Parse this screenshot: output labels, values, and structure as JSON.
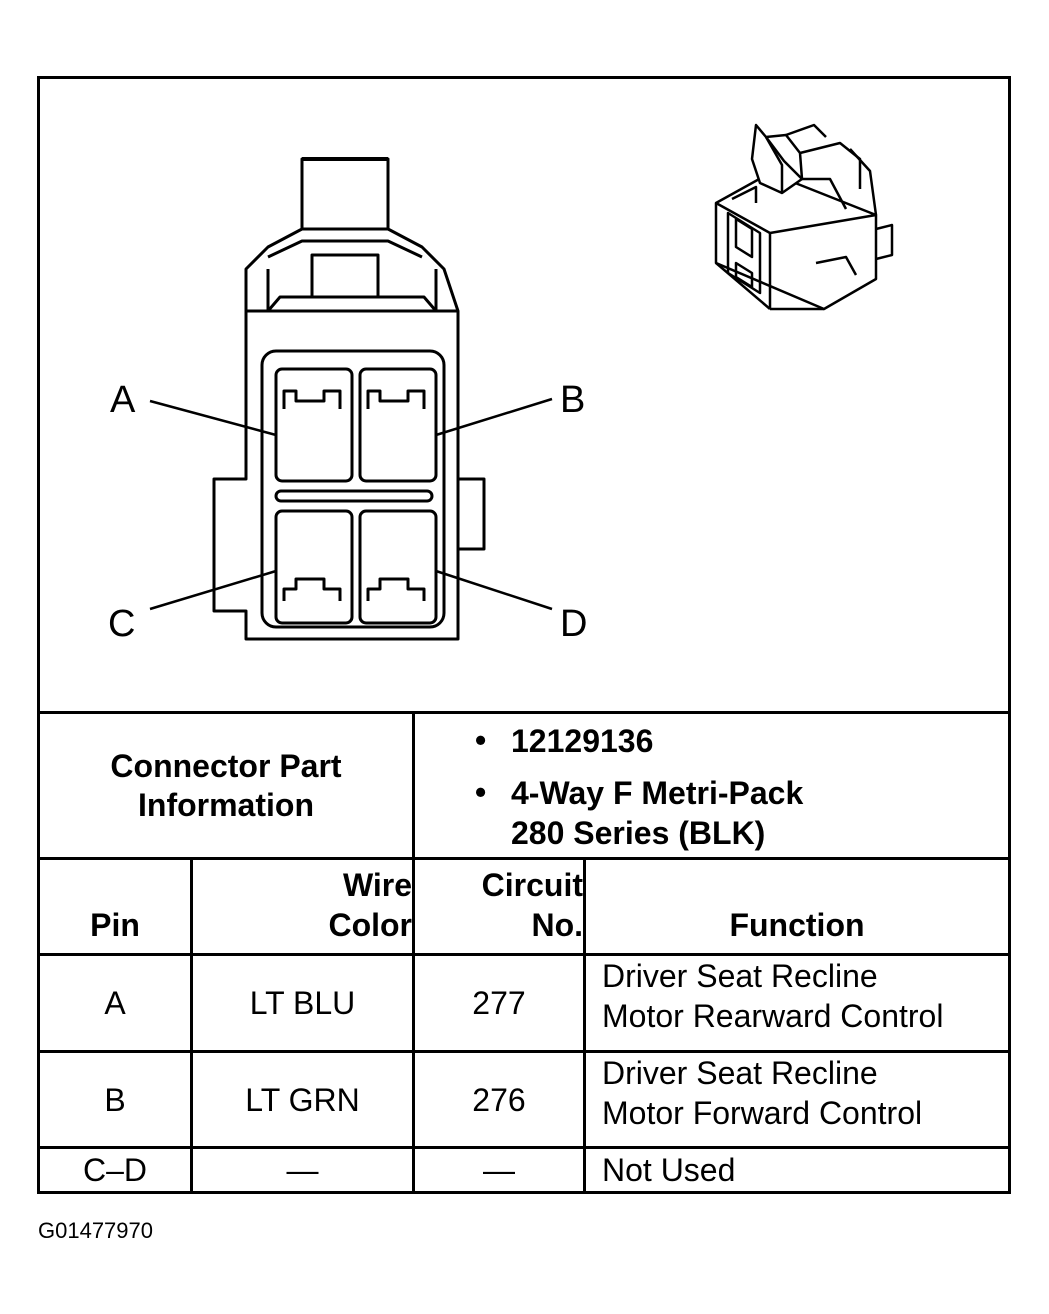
{
  "pin_labels": {
    "a": "A",
    "b": "B",
    "c": "C",
    "d": "D"
  },
  "connector_info": {
    "title_line1": "Connector Part",
    "title_line2": "Information",
    "bullet": "•",
    "part_number": "12129136",
    "description_line1": "4-Way F Metri-Pack",
    "description_line2": "280 Series (BLK)"
  },
  "table": {
    "headers": {
      "pin": "Pin",
      "wire_color_line1": "Wire",
      "wire_color_line2": "Color",
      "circuit_line1": "Circuit",
      "circuit_line2": "No.",
      "function": "Function"
    },
    "rows": [
      {
        "pin": "A",
        "wire_color": "LT BLU",
        "circuit": "277",
        "function_line1": "Driver Seat Recline",
        "function_line2": "Motor Rearward Control"
      },
      {
        "pin": "B",
        "wire_color": "LT GRN",
        "circuit": "276",
        "function_line1": "Driver Seat Recline",
        "function_line2": "Motor Forward Control"
      },
      {
        "pin": "C–D",
        "wire_color": "—",
        "circuit": "—",
        "function_line1": "Not Used",
        "function_line2": ""
      }
    ]
  },
  "figure_id": "G01477970"
}
